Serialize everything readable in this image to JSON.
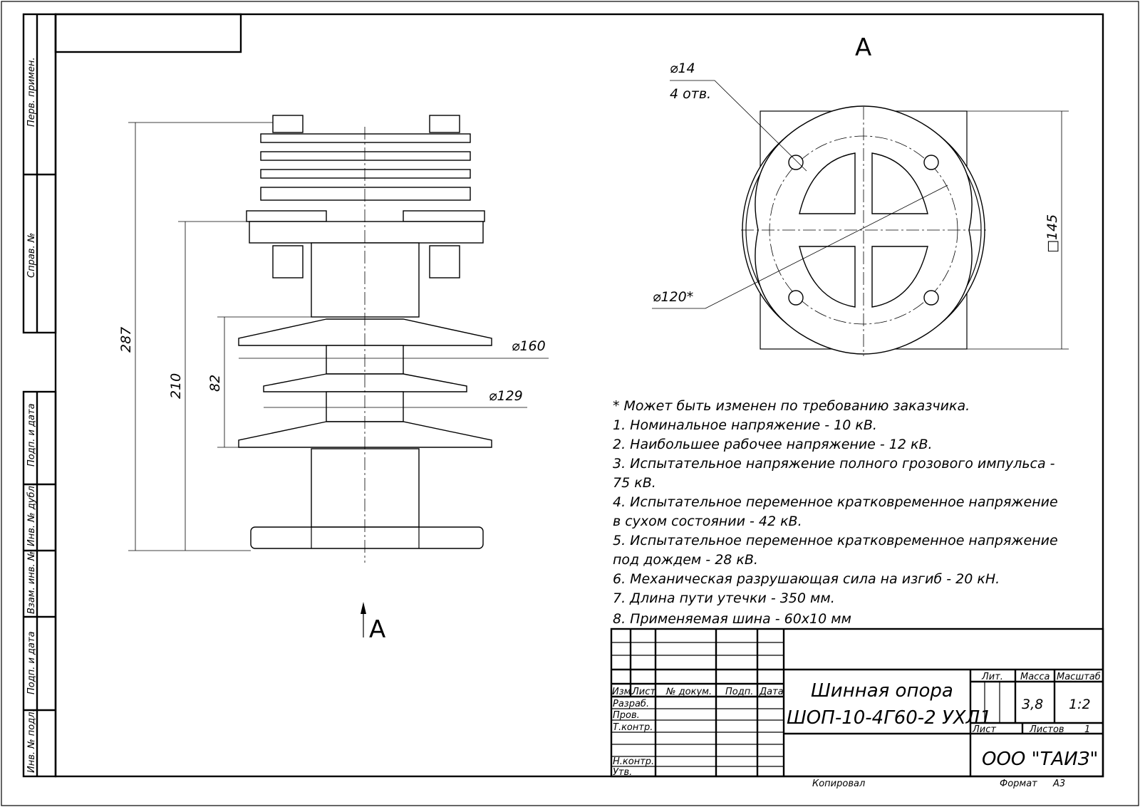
{
  "side_strip": [
    "Перв. примен.",
    "Справ. №",
    "Подп. и дата",
    "Инв. № дубл.",
    "Взам. инв. №",
    "Подп. и дата",
    "Инв. № подл."
  ],
  "view_label": "А",
  "dimensions": {
    "h287": "287",
    "h210": "210",
    "h82": "82",
    "d160": "⌀160",
    "d129": "⌀129",
    "d14": "⌀14",
    "holes": "4 отв.",
    "d120": "⌀120*",
    "sq145": "□145"
  },
  "notes": [
    "* Может быть изменен по требованию заказчика.",
    "1. Номинальное напряжение - 10 кВ.",
    "2. Наибольшее рабочее напряжение - 12 кВ.",
    "3. Испытательное напряжение полного грозового импульса -",
    "75 кВ.",
    "4. Испытательное переменное кратковременное напряжение",
    "в сухом состоянии - 42 кВ.",
    "5. Испытательное переменное кратковременное напряжение",
    "под дождем - 28 кВ.",
    "6. Механическая разрушающая сила на изгиб - 20 кН.",
    "7. Длина пути утечки - 350 мм.",
    "8. Применяемая шина - 60х10 мм"
  ],
  "title_block": {
    "headers": [
      "Изм.",
      "Лист",
      "№ докум.",
      "Подп.",
      "Дата"
    ],
    "roles": [
      "Разраб.",
      "Пров.",
      "Т.контр.",
      "Н.контр.",
      "Утв."
    ],
    "name_line1": "Шинная опора",
    "name_line2": "ШОП-10-4Г60-2 УХЛ1",
    "lit_label": "Лит.",
    "mass_label": "Масса",
    "scale_label": "Масштаб",
    "mass": "3,8",
    "scale": "1:2",
    "sheet_label": "Лист",
    "sheets_label": "Листов",
    "sheets": "1",
    "company": "ООО \"ТАИЗ\"",
    "copied": "Копировал",
    "format_label": "Формат",
    "format": "А3"
  }
}
